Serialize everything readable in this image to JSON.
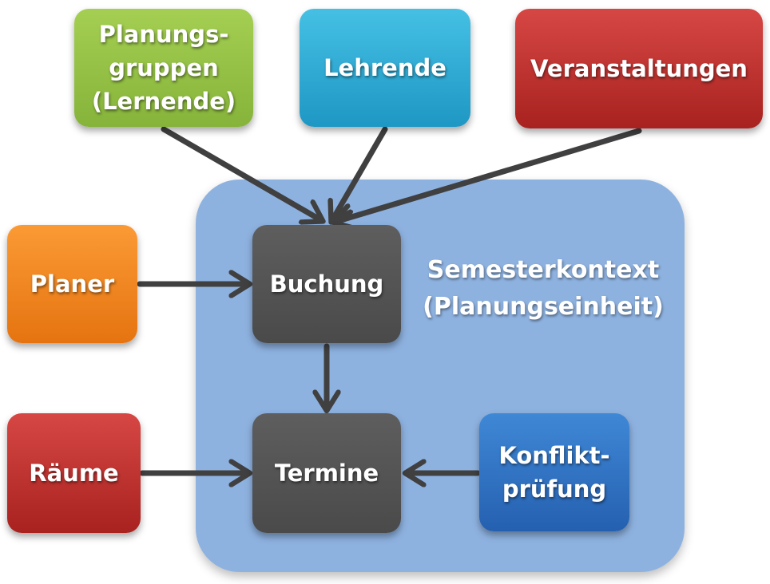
{
  "context": {
    "label_line1": "Semesterkontext",
    "label_line2": "(Planungseinheit)"
  },
  "nodes": {
    "planungsgruppen": "Planungs-\ngruppen\n(Lernende)",
    "lehrende": "Lehrende",
    "veranstaltungen": "Veranstaltungen",
    "planer": "Planer",
    "buchung": "Buchung",
    "raeume": "Räume",
    "termine": "Termine",
    "konfliktpruefung": "Konflikt-\nprüfung"
  },
  "colors": {
    "green": "#93c047",
    "cyan": "#2eaed8",
    "red": "#c0332f",
    "orange": "#f5861f",
    "blue": "#2f72c4",
    "dark": "#555555",
    "context": "#8eb2e0",
    "arrow": "#404040"
  }
}
